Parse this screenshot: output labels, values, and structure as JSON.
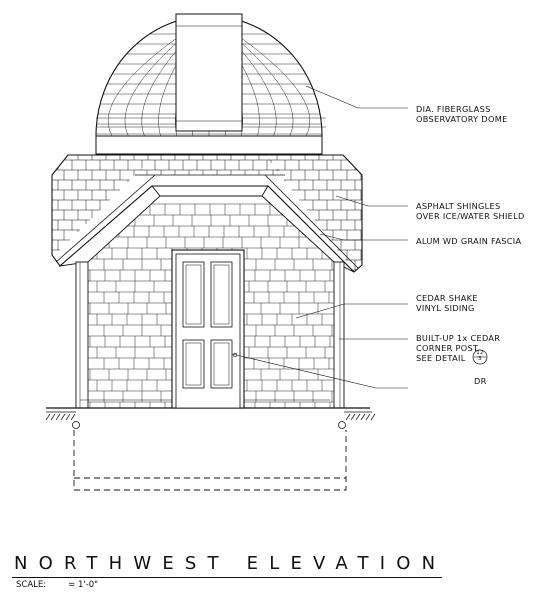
{
  "notes": {
    "dome_line1": "DIA. FIBERGLASS",
    "dome_line2": "OBSERVATORY DOME",
    "shingles_line1": "ASPHALT SHINGLES",
    "shingles_line2": "OVER ICE/WATER SHIELD",
    "fascia": "ALUM WD GRAIN FASCIA",
    "siding_line1": "CEDAR SHAKE",
    "siding_line2": "VINYL SIDING",
    "post_line1": "BUILT-UP 1x CEDAR",
    "post_line2": "CORNER POST",
    "post_line3": "SEE DETAIL",
    "detail_top": "12",
    "detail_bottom": "3",
    "door_note": "DR"
  },
  "title": "NORTHWEST ELEVATION",
  "scale": {
    "label": "SCALE:",
    "value": "= 1'-0\""
  },
  "colors": {
    "line": "#111111",
    "hatch": "#333333",
    "background": "#ffffff"
  }
}
